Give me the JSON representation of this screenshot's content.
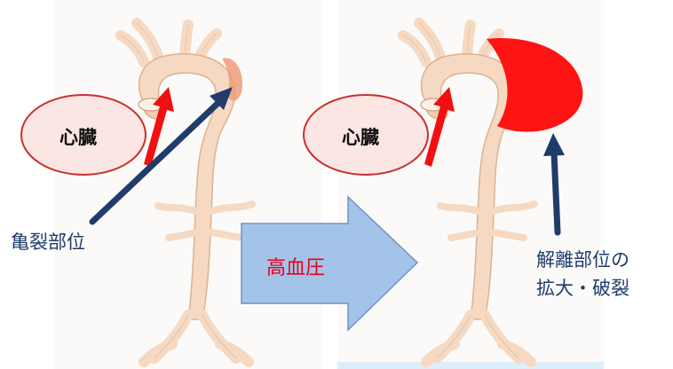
{
  "left_panel": {
    "heart_label": "心臓",
    "tear_label": "亀裂部位"
  },
  "middle_arrow": {
    "label": "高血圧"
  },
  "right_panel": {
    "heart_label": "心臓",
    "result_label_line1": "解離部位の",
    "result_label_line2": "拡大・破裂"
  },
  "colors": {
    "aorta": "#f6d9c2",
    "aorta_outline": "#d9a77e",
    "heart_fill": "#fbe6e3",
    "heart_outline": "#c8302e",
    "red_arrow": "#f01010",
    "dissection": "#ff1414",
    "pointer_arrow": "#1f3c6b",
    "big_arrow": "#a4c3e8",
    "big_arrow_outline": "#6e93c6",
    "hypertension_text": "#e8001c"
  },
  "icons": [
    "heart-bubble",
    "red-blood-flow-arrow",
    "pointer-arrow",
    "right-block-arrow"
  ]
}
